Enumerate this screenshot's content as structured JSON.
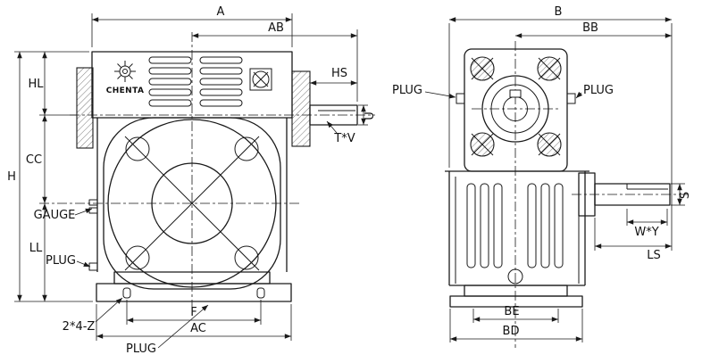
{
  "front_view": {
    "brand": "CHENTA",
    "dim_a": "A",
    "dim_ab": "AB",
    "dim_hs": "HS",
    "dim_u": "U",
    "dim_tv": "T*V",
    "dim_h": "H",
    "dim_hl": "HL",
    "dim_cc": "CC",
    "dim_ll": "LL",
    "dim_f": "F",
    "dim_ac": "AC",
    "callout_gauge": "GAUGE",
    "callout_plug_side": "PLUG",
    "callout_bolt_pattern": "2*4-Z",
    "callout_plug_bottom": "PLUG"
  },
  "side_view": {
    "dim_b": "B",
    "dim_bb": "BB",
    "dim_s": "S",
    "dim_wy": "W*Y",
    "dim_ls": "LS",
    "dim_be": "BE",
    "dim_bd": "BD",
    "callout_plug_left": "PLUG",
    "callout_plug_right": "PLUG"
  }
}
